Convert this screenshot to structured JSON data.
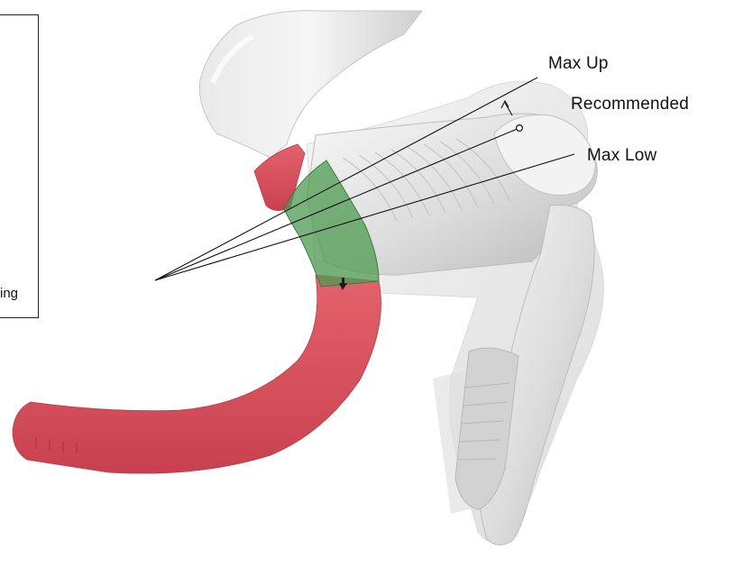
{
  "labels": {
    "max_up": "Max Up",
    "recommended": "Recommended",
    "max_low": "Max Low"
  },
  "side_panel": {
    "text": "ing"
  },
  "colors": {
    "bar_tape": "#d9505c",
    "range_zone": "#4e9a50",
    "lever_body": "#e6e6e6",
    "line": "#111111"
  }
}
